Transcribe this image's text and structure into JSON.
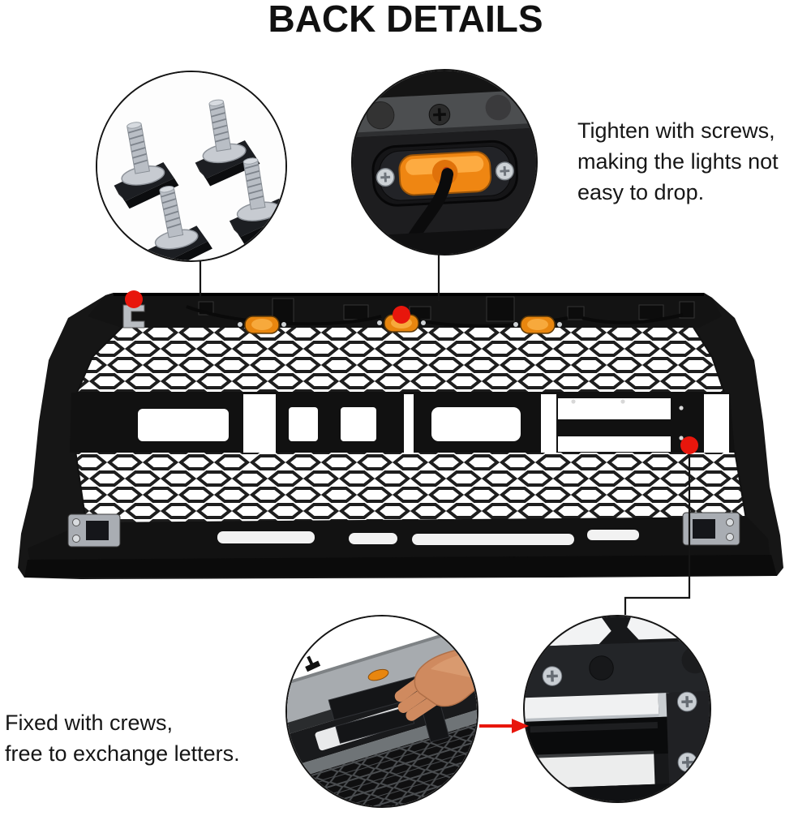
{
  "header": {
    "title": "BACK DETAILS"
  },
  "annotations": {
    "lights_note": [
      "Tighten with screws,",
      "making the lights not",
      "easy to drop."
    ],
    "letters_note": [
      "Fixed with crews,",
      "free to exchange letters."
    ]
  },
  "callouts": {
    "top_left": "mounting-screw-clips-photo",
    "top_right": "amber-marker-light-screwed-photo",
    "bottom_left": "hand-exchanging-letter-photo",
    "bottom_right": "letter-back-fixed-with-screws-photo"
  },
  "markers": {
    "red_dots": 3,
    "leader_lines": 3,
    "arrow": "right"
  },
  "colors": {
    "text": "#161616",
    "marker_red": "#e8160c",
    "arrow_red": "#e8160c",
    "amber_light": "#ef8612",
    "grille_black": "#161616",
    "metal_silver": "#c7cbd1",
    "background": "#ffffff"
  }
}
